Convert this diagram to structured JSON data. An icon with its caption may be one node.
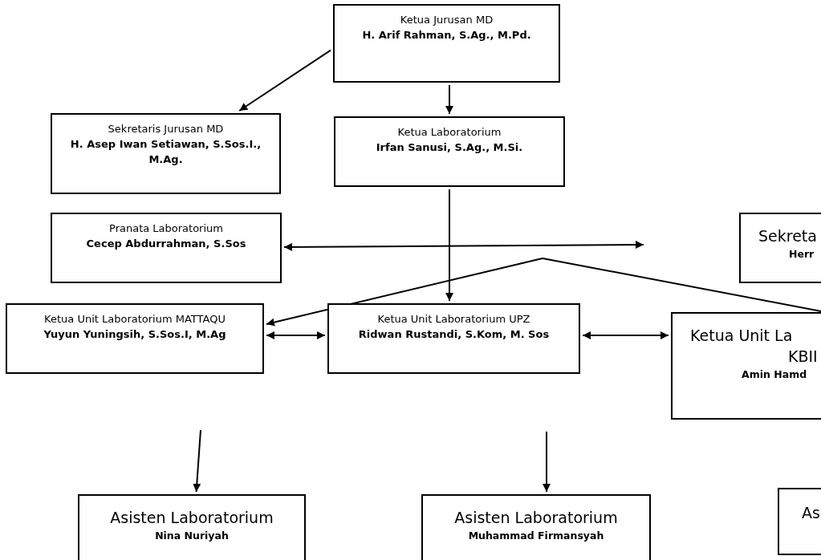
{
  "diagram": {
    "nodes": [
      {
        "text": [
          "Ketua Jurusan MD",
          "H. Arif  Rahman, S.Ag., M.Pd."
        ]
      },
      {
        "text": [
          "Sekretaris Jurusan MD",
          "H. Asep Iwan Setiawan, S.Sos.I., M.Ag."
        ]
      },
      {
        "text": [
          "Ketua Laboratorium",
          "Irfan Sanusi, S.Ag., M.Si."
        ]
      },
      {
        "text": [
          "Pranata Laboratorium",
          "Cecep Abdurrahman, S.Sos"
        ]
      },
      {
        "text": [
          "Sekreta",
          "Herr"
        ]
      },
      {
        "text": [
          "Ketua Unit Laboratorium MATTAQU",
          "Yuyun Yuningsih, S.Sos.I, M.Ag"
        ]
      },
      {
        "text": [
          "Ketua Unit Laboratorium UPZ",
          "Ridwan Rustandi, S.Kom, M. Sos"
        ]
      },
      {
        "text": [
          "Ketua Unit La",
          "KBII",
          "Amin Hamd"
        ]
      },
      {
        "text": [
          "Asisten Laboratorium",
          "Nina Nuriyah"
        ]
      },
      {
        "text": [
          "Asisten Laboratorium",
          "Muhammad Firmansyah"
        ]
      },
      {
        "text": [
          "As"
        ]
      }
    ],
    "edges": [
      {
        "from": 0,
        "to": 1,
        "arrow": "to"
      },
      {
        "from": 0,
        "to": 2,
        "arrow": "to"
      },
      {
        "from": 3,
        "to": null,
        "arrow": "both"
      },
      {
        "from": 2,
        "to": 6,
        "arrow": "to"
      },
      {
        "from": null,
        "to": 5,
        "arrow": "to"
      },
      {
        "from": null,
        "to": 7,
        "arrow": "none"
      },
      {
        "from": 5,
        "to": 6,
        "arrow": "both"
      },
      {
        "from": 6,
        "to": 7,
        "arrow": "both"
      },
      {
        "from": null,
        "to": 8,
        "arrow": "to"
      },
      {
        "from": null,
        "to": 9,
        "arrow": "to"
      }
    ]
  }
}
